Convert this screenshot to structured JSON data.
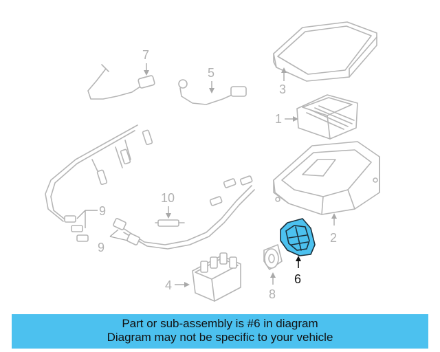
{
  "diagram": {
    "callouts": {
      "c1": "1",
      "c2": "2",
      "c3": "3",
      "c4": "4",
      "c5": "5",
      "c6": "6",
      "c7": "7",
      "c8": "8",
      "c9a": "9",
      "c9b": "9",
      "c10": "10"
    },
    "highlighted_part": "6"
  },
  "banner": {
    "line1": "Part or sub-assembly is #6 in diagram",
    "line2": "Diagram may not be specific to your vehicle",
    "background": "#4cc1ef"
  },
  "colors": {
    "line_art": "#b5b5b5",
    "highlight": "#4cc1ef"
  }
}
